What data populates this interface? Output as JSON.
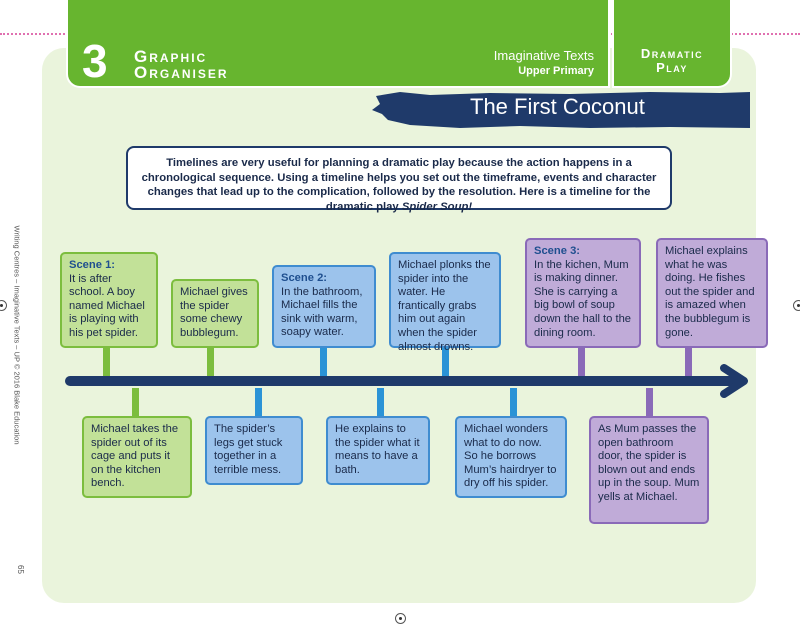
{
  "header": {
    "number": "3",
    "title_line1": "Graphic",
    "title_line2": "Organiser",
    "subtitle": "Imaginative Texts",
    "level": "Upper Primary",
    "side_line1": "Dramatic",
    "side_line2": "Play"
  },
  "banner_title": "The First Coconut",
  "intro": {
    "text": "Timelines are very useful for planning a dramatic play because the action happens in a chronological sequence. Using a timeline helps you set out the timeframe, events and character changes that lead up to the complication, followed by the resolution. Here is a timeline for the dramatic play ",
    "title": "Spider Soup!"
  },
  "top_events": [
    {
      "scene": "Scene 1:",
      "text": "It is after school. A boy named Michael is playing with his pet spider."
    },
    {
      "scene": "",
      "text": "Michael gives the spider some chewy bubblegum."
    },
    {
      "scene": "Scene 2:",
      "text": "In the bathroom, Michael fills the sink with warm, soapy water."
    },
    {
      "scene": "",
      "text": "Michael plonks the spider into the water. He frantically grabs him out again when the spider almost drowns."
    },
    {
      "scene": "Scene 3:",
      "text": "In the kichen, Mum is making dinner. She is carrying a big bowl of soup down the hall to the dining room."
    },
    {
      "scene": "",
      "text": "Michael explains what he was doing. He fishes out the spider and is amazed when the bubblegum is gone."
    }
  ],
  "bottom_events": [
    {
      "text": "Michael takes the spider out of its cage and puts it on the kitchen bench."
    },
    {
      "text": "The spider’s legs get stuck together in a terrible mess."
    },
    {
      "text": "He explains to the spider what it means to have a bath."
    },
    {
      "text": "Michael wonders what to do now. So he borrows Mum’s hairdryer to dry off his spider."
    },
    {
      "text": "As Mum passes the open bathroom door, the spider is blown out and ends up in the soup. Mum yells at Michael."
    }
  ],
  "side_text": "Writing Centres – Imaginative Texts – UP © 2016 Blake Education",
  "page_number": "65",
  "colors": {
    "header_green": "#67b52f",
    "panel_bg": "#eaf4dc",
    "navy": "#1f3a6a",
    "box_green": "#c2e198",
    "box_blue": "#9cc3ec",
    "box_purple": "#c0abd8"
  }
}
